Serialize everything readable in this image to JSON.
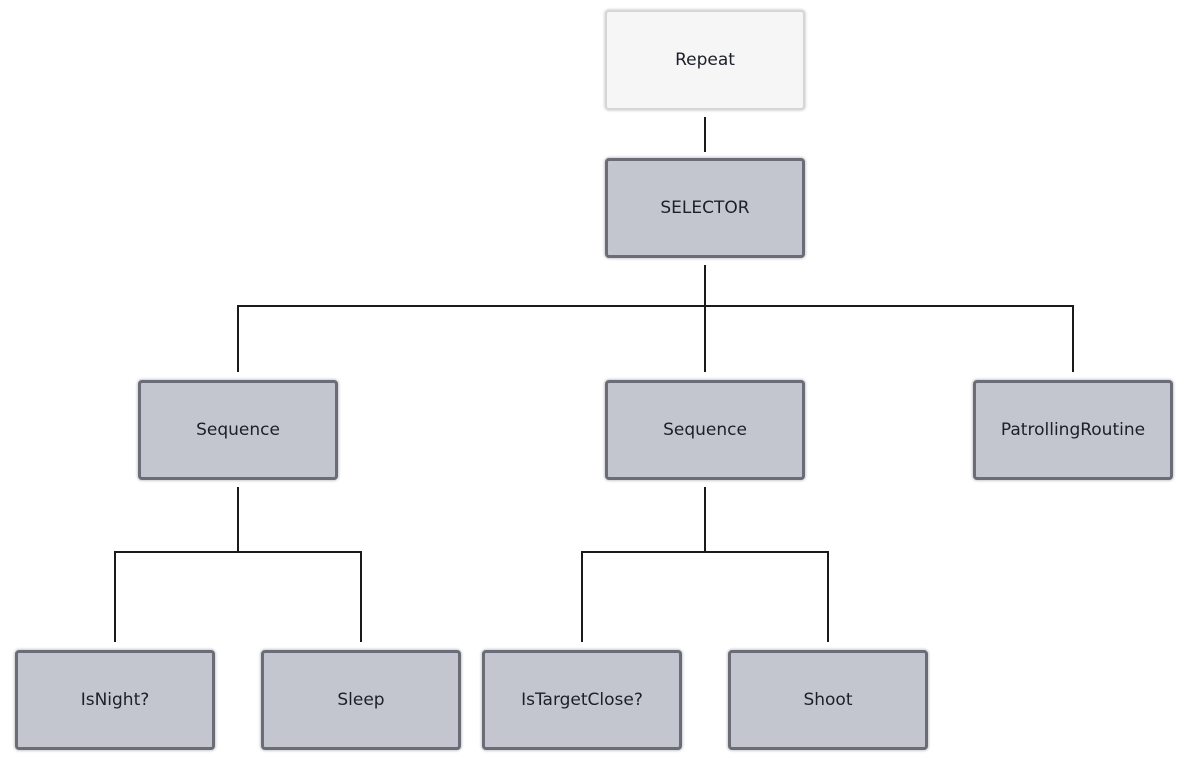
{
  "diagram": {
    "nodes": {
      "repeat": "Repeat",
      "selector": "SELECTOR",
      "sequence_left": "Sequence",
      "sequence_middle": "Sequence",
      "patrolling_routine": "PatrollingRoutine",
      "is_night": "IsNight?",
      "sleep": "Sleep",
      "is_target_close": "IsTargetClose?",
      "shoot": "Shoot"
    },
    "edges": [
      [
        "repeat",
        "selector"
      ],
      [
        "selector",
        "sequence_left"
      ],
      [
        "selector",
        "sequence_middle"
      ],
      [
        "selector",
        "patrolling_routine"
      ],
      [
        "sequence_left",
        "is_night"
      ],
      [
        "sequence_left",
        "sleep"
      ],
      [
        "sequence_middle",
        "is_target_close"
      ],
      [
        "sequence_middle",
        "shoot"
      ]
    ],
    "colors": {
      "node_fill": "#c4c6cf",
      "node_border": "#6a6c78",
      "root_fill": "#f6f6f6",
      "root_border": "#d6d6d9",
      "connector": "#1a1a1a"
    }
  }
}
